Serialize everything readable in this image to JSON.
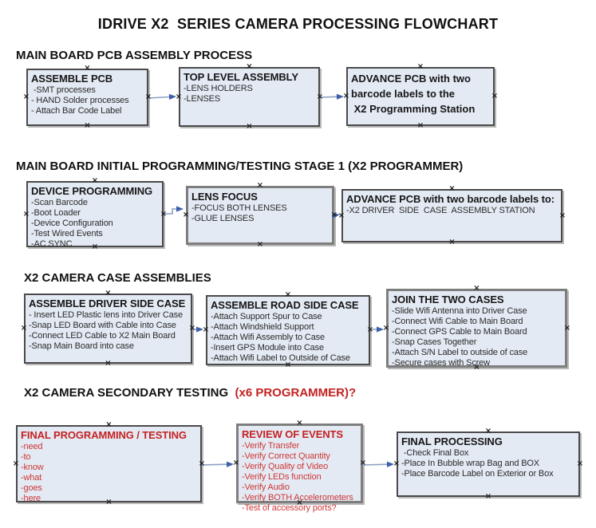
{
  "title": "IDRIVE X2  SERIES CAMERA PROCESSING FLOWCHART",
  "anchors": {
    "glyph": "×"
  },
  "colors": {
    "box_fill": "#e4eaf4",
    "box_border": "#4a4a4a",
    "box_border_thick": "#7e7e7e",
    "arrow_line": "#8ba1c3",
    "arrow_head": "#3f5fa8",
    "text_black": "#161616",
    "text_red_title": "#c42222",
    "text_red_item": "#cd3836"
  },
  "sections": [
    {
      "heading": [
        {
          "text": "MAIN BOARD PCB ASSEMBLY PROCESS",
          "color": "black"
        }
      ],
      "boxes": [
        {
          "title": "ASSEMBLE PCB",
          "color": "black",
          "items": [
            " -SMT processes",
            "- HAND Solder processes",
            "- Attach Bar Code Label"
          ]
        },
        {
          "title": "TOP LEVEL ASSEMBLY",
          "color": "black",
          "items": [
            "-LENS HOLDERS",
            "-LENSES"
          ]
        },
        {
          "color": "black",
          "lines": [
            "ADVANCE PCB with two",
            "barcode labels to the",
            " X2 Programming Station"
          ]
        }
      ]
    },
    {
      "heading": [
        {
          "text": "MAIN BOARD INITIAL PROGRAMMING/TESTING STAGE 1 (X2 PROGRAMMER)",
          "color": "black"
        }
      ],
      "boxes": [
        {
          "title": "DEVICE PROGRAMMING",
          "color": "black",
          "items": [
            "-Scan Barcode",
            "-Boot Loader",
            "-Device Configuration",
            "-Test Wired Events",
            "-AC SYNC"
          ]
        },
        {
          "title": "LENS FOCUS",
          "color": "black",
          "items": [
            "-FOCUS BOTH LENSES",
            "-GLUE LENSES"
          ]
        },
        {
          "title": "ADVANCE PCB with two barcode labels to:",
          "color": "black",
          "items": [
            "-X2 DRIVER  SIDE  CASE  ASSEMBLY STATION"
          ]
        }
      ]
    },
    {
      "heading": [
        {
          "text": "X2 CAMERA CASE ASSEMBLIES",
          "color": "black"
        }
      ],
      "boxes": [
        {
          "title": "ASSEMBLE DRIVER SIDE CASE",
          "color": "black",
          "items": [
            "- Insert LED Plastic lens into Driver Case",
            "-Snap LED Board with Cable into Case",
            "-Connect LED Cable to X2 Main Board",
            "-Snap Main Board into case"
          ]
        },
        {
          "title": "ASSEMBLE ROAD SIDE CASE",
          "color": "black",
          "items": [
            "-Attach Support Spur to Case",
            "-Attach Windshield Support",
            "-Attach Wifi Assembly to Case",
            "-Insert GPS Module into Case",
            "-Attach Wifi Label to Outside of Case"
          ]
        },
        {
          "title": "JOIN THE TWO CASES",
          "color": "black",
          "items": [
            "-Slide Wifi Antenna into Driver Case",
            "-Connect Wifi Cable to Main Board",
            "-Connect GPS Cable to Main Board",
            "-Snap Cases Together",
            "-Attach S/N Label to outside of case",
            "-Secure cases with Screw"
          ]
        }
      ]
    },
    {
      "heading": [
        {
          "text": "X2 CAMERA SECONDARY TESTING  ",
          "color": "black"
        },
        {
          "text": "(x6 PROGRAMMER)?",
          "color": "red"
        }
      ],
      "boxes": [
        {
          "title": "FINAL PROGRAMMING / TESTING",
          "color": "red",
          "items": [
            "-need",
            "-to",
            "-know",
            "-what",
            "-goes",
            "-here"
          ]
        },
        {
          "title": "REVIEW OF EVENTS",
          "color": "red",
          "items": [
            "-Verify Transfer",
            "-Verify Correct Quantity",
            "-Verify Quality of Video",
            "-Verify LEDs function",
            "-Verify Audio",
            "-Verify BOTH Accelerometers",
            "-Test of accessory ports?"
          ]
        },
        {
          "title": "FINAL PROCESSING",
          "color": "black",
          "items": [
            " -Check Final Box",
            "-Place In Bubble wrap Bag and BOX",
            "-Place Barcode Label on Exterior or Box"
          ]
        }
      ]
    }
  ]
}
